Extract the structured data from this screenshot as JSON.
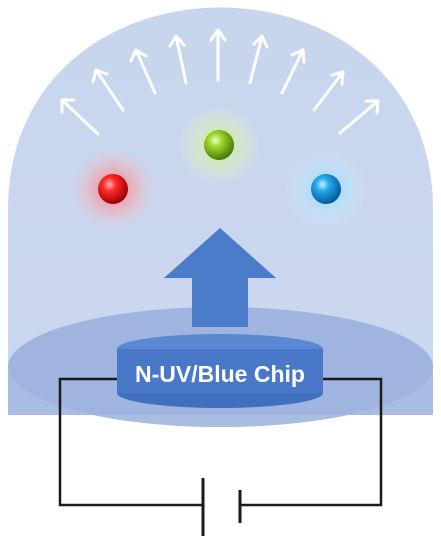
{
  "chip": {
    "label": "N-UV/Blue Chip"
  },
  "phosphors": [
    {
      "name": "red-phosphor",
      "color": "#e8141c"
    },
    {
      "name": "green-phosphor",
      "color": "#7fbf1f"
    },
    {
      "name": "blue-phosphor",
      "color": "#1893dc"
    }
  ],
  "colors": {
    "dome": "#c9d7ee",
    "base": "#9fb5df",
    "chip": "#4a78c9",
    "arrow": "#4a7cc9",
    "emission": "#ffffff",
    "wire": "#1a1a1a"
  },
  "icons": {
    "excitation": "up-arrow-icon",
    "emission": "thin-arrow-icon",
    "power": "battery-icon"
  }
}
